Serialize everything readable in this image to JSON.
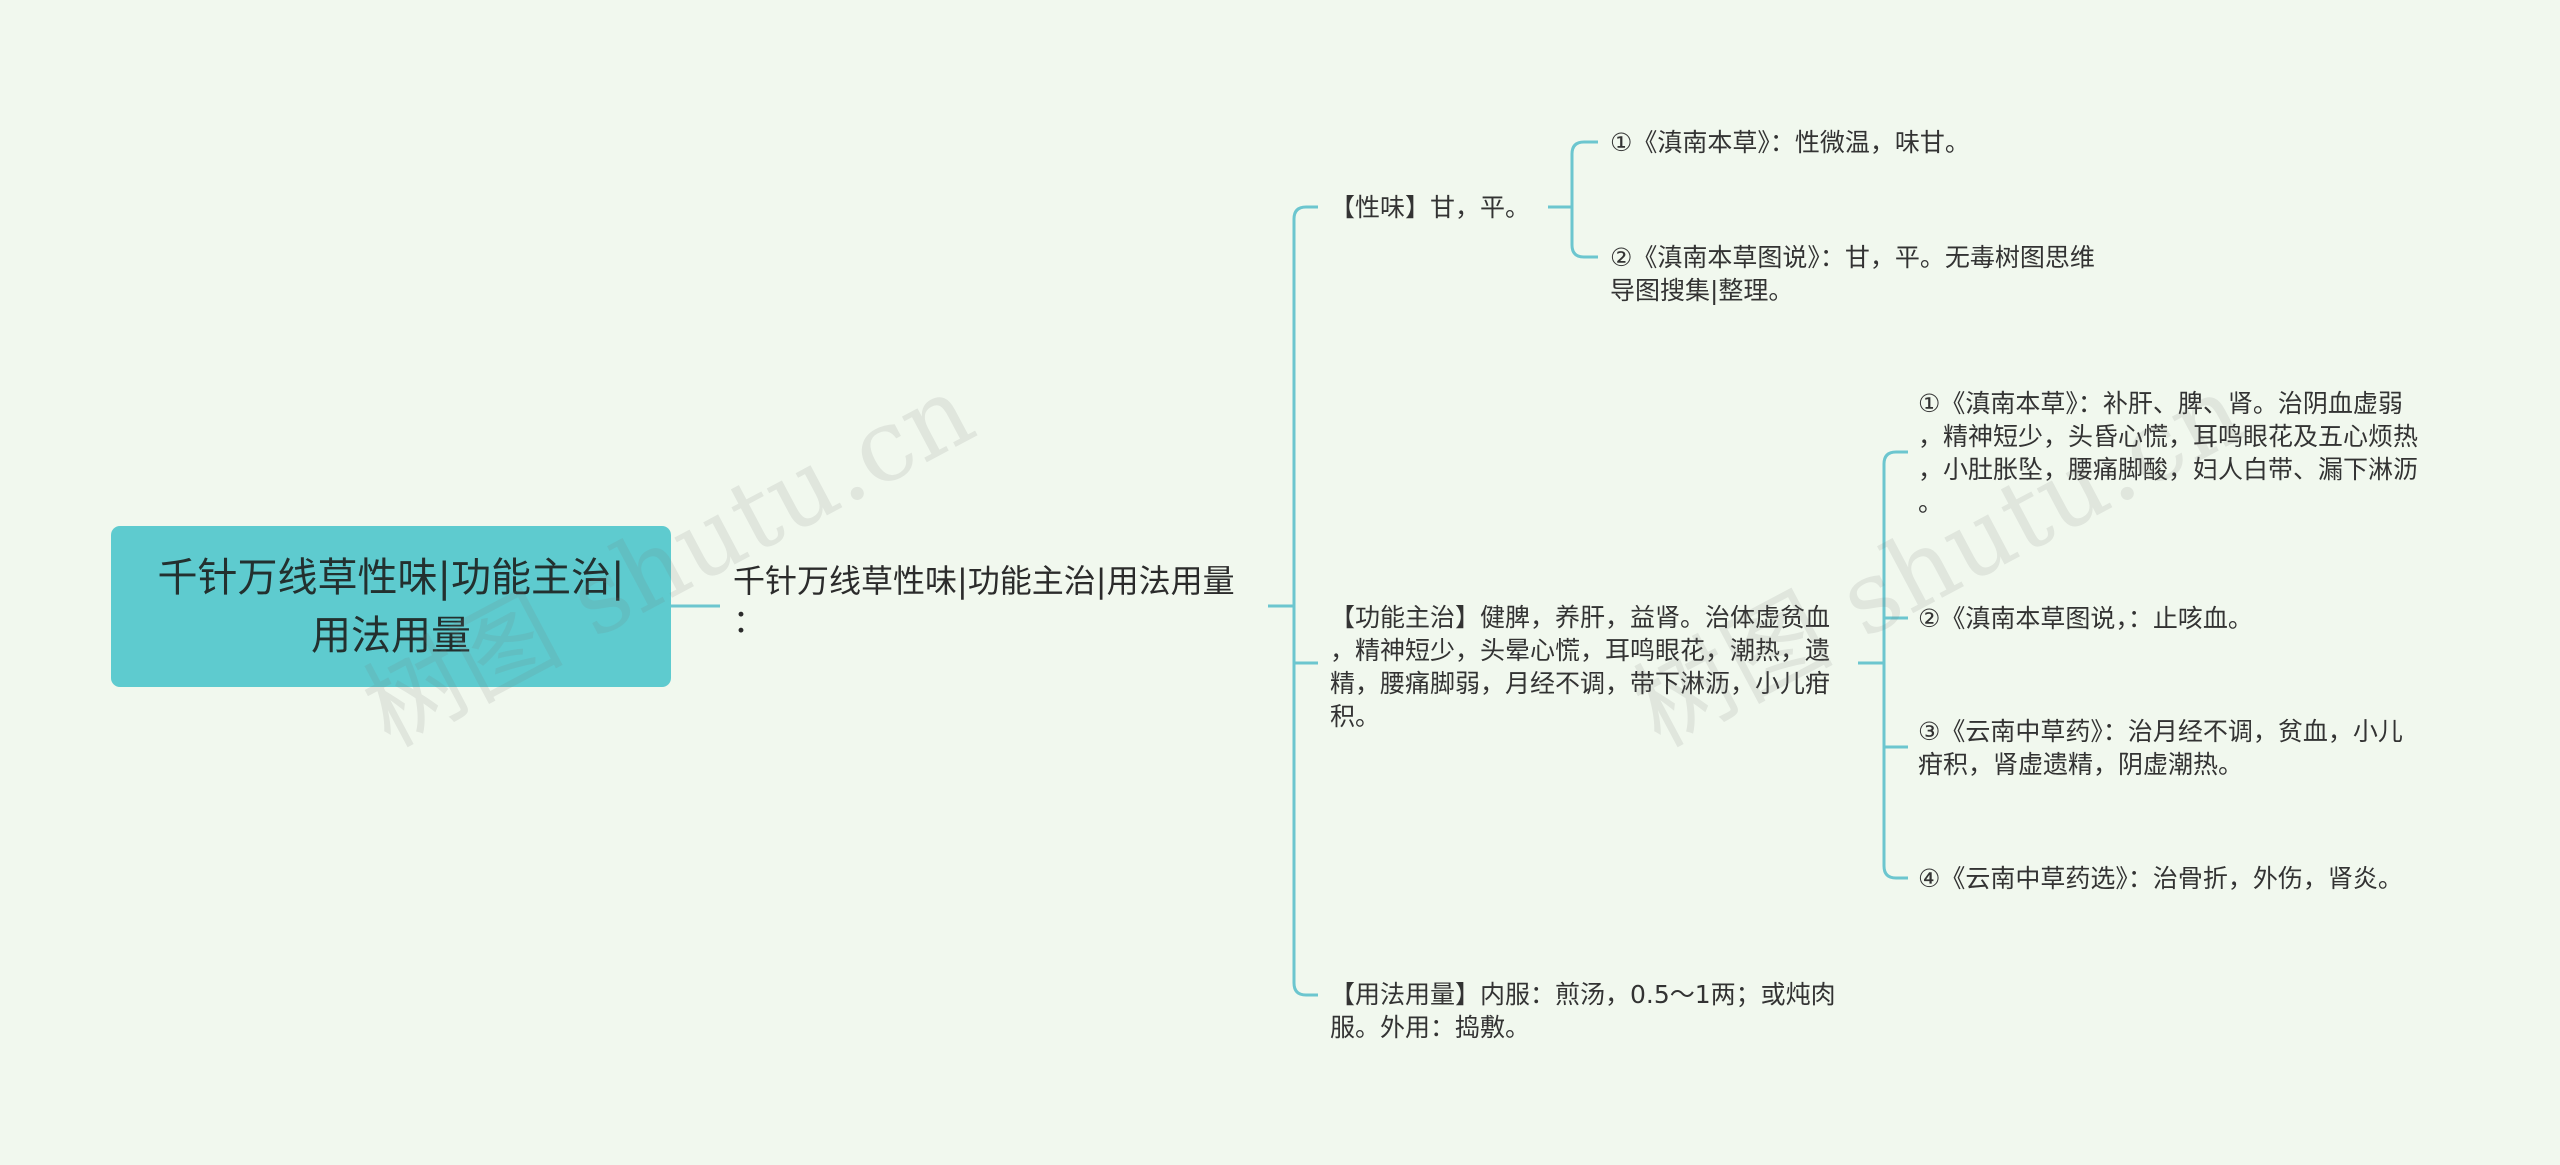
{
  "root": {
    "line1": "千针万线草性味|功能主治|",
    "line2": "用法用量"
  },
  "branch": {
    "line1": "千针万线草性味|功能主治|用法用量",
    "line2": "："
  },
  "nodes": {
    "xingwei": [
      "【性味】甘，平。"
    ],
    "xingwei_ref1": [
      "①《滇南本草》：性微温，味甘。"
    ],
    "xingwei_ref2": [
      "②《滇南本草图说》：甘，平。无毒树图思维",
      "导图搜集|整理。"
    ],
    "gongneng": [
      "【功能主治】健脾，养肝，益肾。治体虚贫血",
      "，精神短少，头晕心慌，耳鸣眼花，潮热，遗",
      "精，腰痛脚弱，月经不调，带下淋沥，小儿疳",
      "积。"
    ],
    "gongneng_ref1": [
      "①《滇南本草》：补肝、脾、肾。治阴血虚弱",
      "，精神短少，头昏心慌，耳鸣眼花及五心烦热",
      "，小肚胀坠，腰痛脚酸，妇人白带、漏下淋沥",
      "。"
    ],
    "gongneng_ref2": [
      "②《滇南本草图说，：止咳血。"
    ],
    "gongneng_ref3": [
      "③《云南中草药》：治月经不调，贫血，小儿",
      "疳积，肾虚遗精，阴虚潮热。"
    ],
    "gongneng_ref4": [
      "④《云南中草药选》：治骨折，外伤，肾炎。"
    ],
    "yongfa": [
      "【用法用量】内服：煎汤，0.5～1两；或炖肉",
      "服。外用：捣敷。"
    ]
  },
  "watermarks": [
    "树图 shutu.cn",
    "树图 shutu.cn"
  ],
  "colors": {
    "background": "#f1f8ee",
    "root_fill": "#5ecbcf",
    "connector": "#6cc6cf"
  }
}
